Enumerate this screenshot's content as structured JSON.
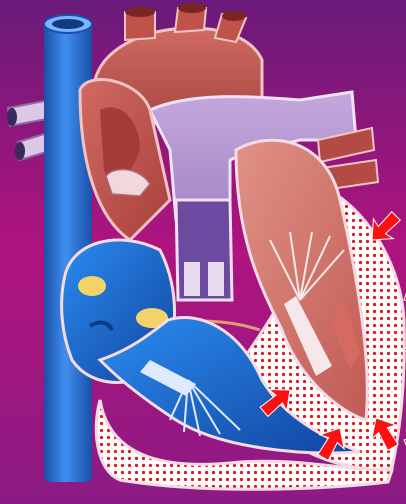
{
  "figure": {
    "subject": "heart-cross-section",
    "icon_names": [
      "arrow-icon"
    ],
    "colors": {
      "background_top": "#6a1a7a",
      "background_mid": "#b0147e",
      "background_bottom": "#8c1a84",
      "vein_blue": "#2f7bd8",
      "vein_blue_dark": "#1b4fa8",
      "aorta_red": "#b84a45",
      "muscle_red": "#c4504a",
      "muscle_light": "#dd8a7e",
      "chamber_pink": "#e6b4c6",
      "pulmonary_lilac": "#b89ad0",
      "pulmonary_purple": "#6c4aa0",
      "right_chamber_blue": "#1f6fd0",
      "fat_yellow": "#f2d36a",
      "dot_red": "#e01818",
      "arrow_red": "#ff1010",
      "outline": "#f4dbe5"
    },
    "arrows": [
      {
        "id": "arrow-1"
      },
      {
        "id": "arrow-2"
      },
      {
        "id": "arrow-3"
      },
      {
        "id": "arrow-4"
      },
      {
        "id": "arrow-5"
      },
      {
        "id": "arrow-6"
      },
      {
        "id": "arrow-7"
      }
    ]
  }
}
